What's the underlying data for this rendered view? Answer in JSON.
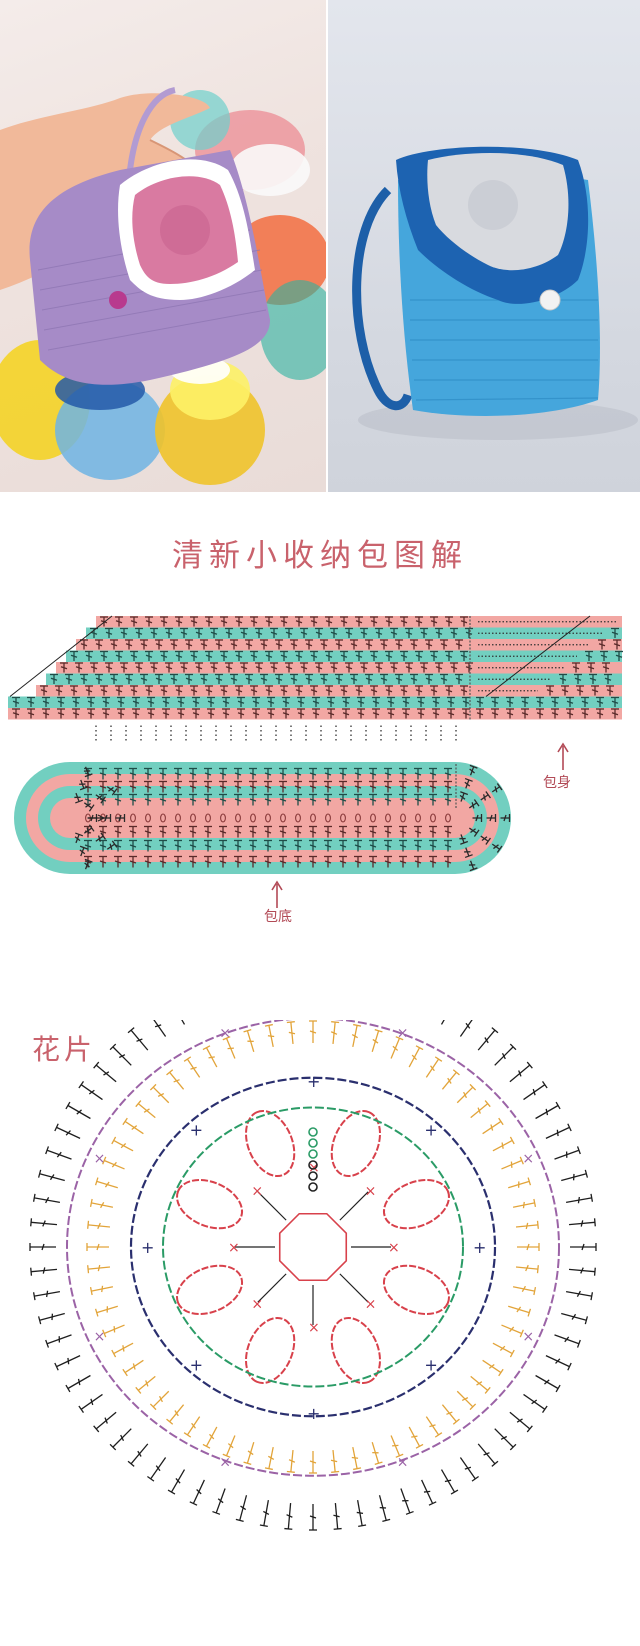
{
  "photos": {
    "left": {
      "subject": "purple crochet coin purse held in hand with pink flower flap and white edging",
      "background_items": "assorted colorful crochet purses"
    },
    "right": {
      "subject": "light blue crochet purse with dark blue strap, white flower flap, white button"
    }
  },
  "diagram": {
    "title": "清新小收纳包图解",
    "body_label": "包身",
    "base_label": "包底",
    "motif_label": "花片",
    "colors": {
      "title": "#c9626c",
      "stripe_pink": "#f2a7a3",
      "stripe_teal": "#72cfc0",
      "stitch_ink": "#2f2a28",
      "label_red": "#b24a56",
      "motif_red": "#d8414b",
      "motif_green": "#2a9b66",
      "motif_navy": "#2a2f6e",
      "motif_gold": "#e2a43a",
      "motif_purple": "#9b63a6",
      "motif_black": "#1e1e1e"
    },
    "body_chart": {
      "rows": 9,
      "stitch": "double crochet",
      "stripe_order": [
        "pink",
        "teal",
        "pink",
        "teal",
        "pink",
        "teal",
        "pink",
        "teal",
        "pink"
      ]
    },
    "base_chart": {
      "rows": 7,
      "center_row": "chain",
      "chain_count": 25
    },
    "motif": {
      "center": "octagon ring",
      "petals": 8,
      "rounds": [
        "red petals",
        "green chains",
        "navy chain loops",
        "gold dc fans",
        "purple chain arcs",
        "black dc scallops"
      ]
    }
  }
}
